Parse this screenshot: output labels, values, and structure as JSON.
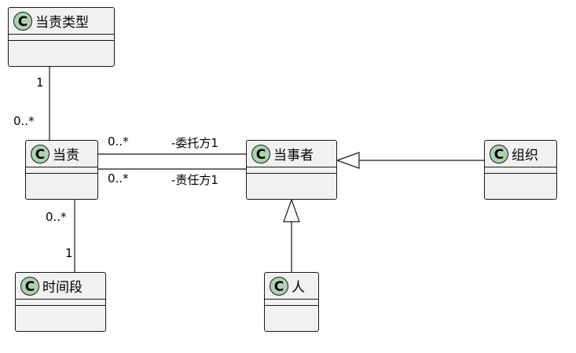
{
  "classes": {
    "liability_type": {
      "badge": "C",
      "name": "当责类型"
    },
    "liability": {
      "badge": "C",
      "name": "当责"
    },
    "party": {
      "badge": "C",
      "name": "当事者"
    },
    "organization": {
      "badge": "C",
      "name": "组织"
    },
    "time_period": {
      "badge": "C",
      "name": "时间段"
    },
    "person": {
      "badge": "C",
      "name": "人"
    }
  },
  "associations": {
    "type_liability": {
      "source_mult": "1",
      "target_mult": "0..*"
    },
    "commissioner": {
      "liability_mult": "0..*",
      "role": "-委托方1"
    },
    "responsible": {
      "liability_mult": "0..*",
      "role": "-责任方1"
    },
    "liability_period": {
      "liability_mult": "0..*",
      "period_mult": "1"
    }
  },
  "colors": {
    "class_fill": "#f1f1f1",
    "badge_fill": "#add1b2",
    "line": "#181818"
  }
}
